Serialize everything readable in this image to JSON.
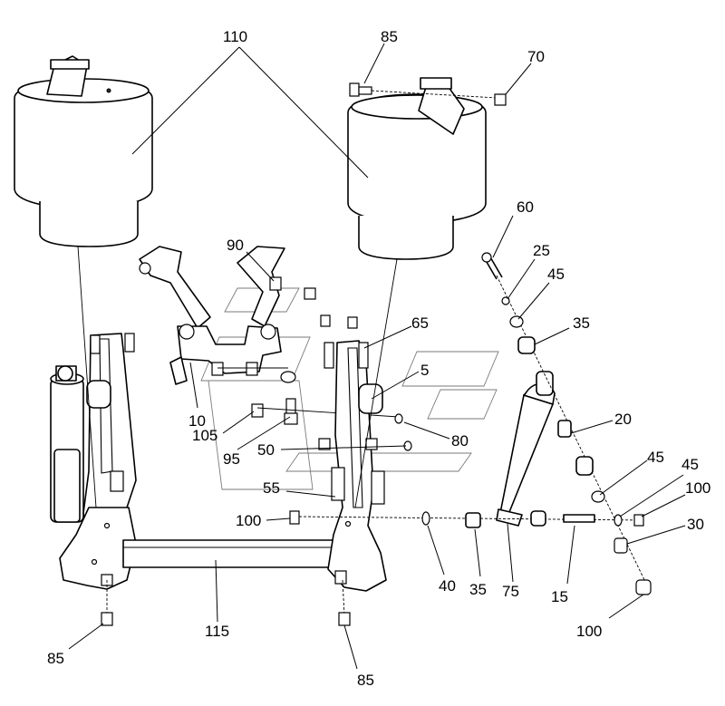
{
  "callouts": {
    "c110": "110",
    "c85_top": "85",
    "c70": "70",
    "c60": "60",
    "c25": "25",
    "c45_upper": "45",
    "c35_upper": "35",
    "c90": "90",
    "c65": "65",
    "c5": "5",
    "c20": "20",
    "c10": "10",
    "c105": "105",
    "c80": "80",
    "c95": "95",
    "c50": "50",
    "c45_right1": "45",
    "c45_right2": "45",
    "c100_right": "100",
    "c55": "55",
    "c100_left": "100",
    "c30": "30",
    "c40": "40",
    "c35_lower": "35",
    "c75": "75",
    "c15": "15",
    "c115": "115",
    "c100_bottom": "100",
    "c85_bottom_left": "85",
    "c85_bottom_right": "85"
  }
}
